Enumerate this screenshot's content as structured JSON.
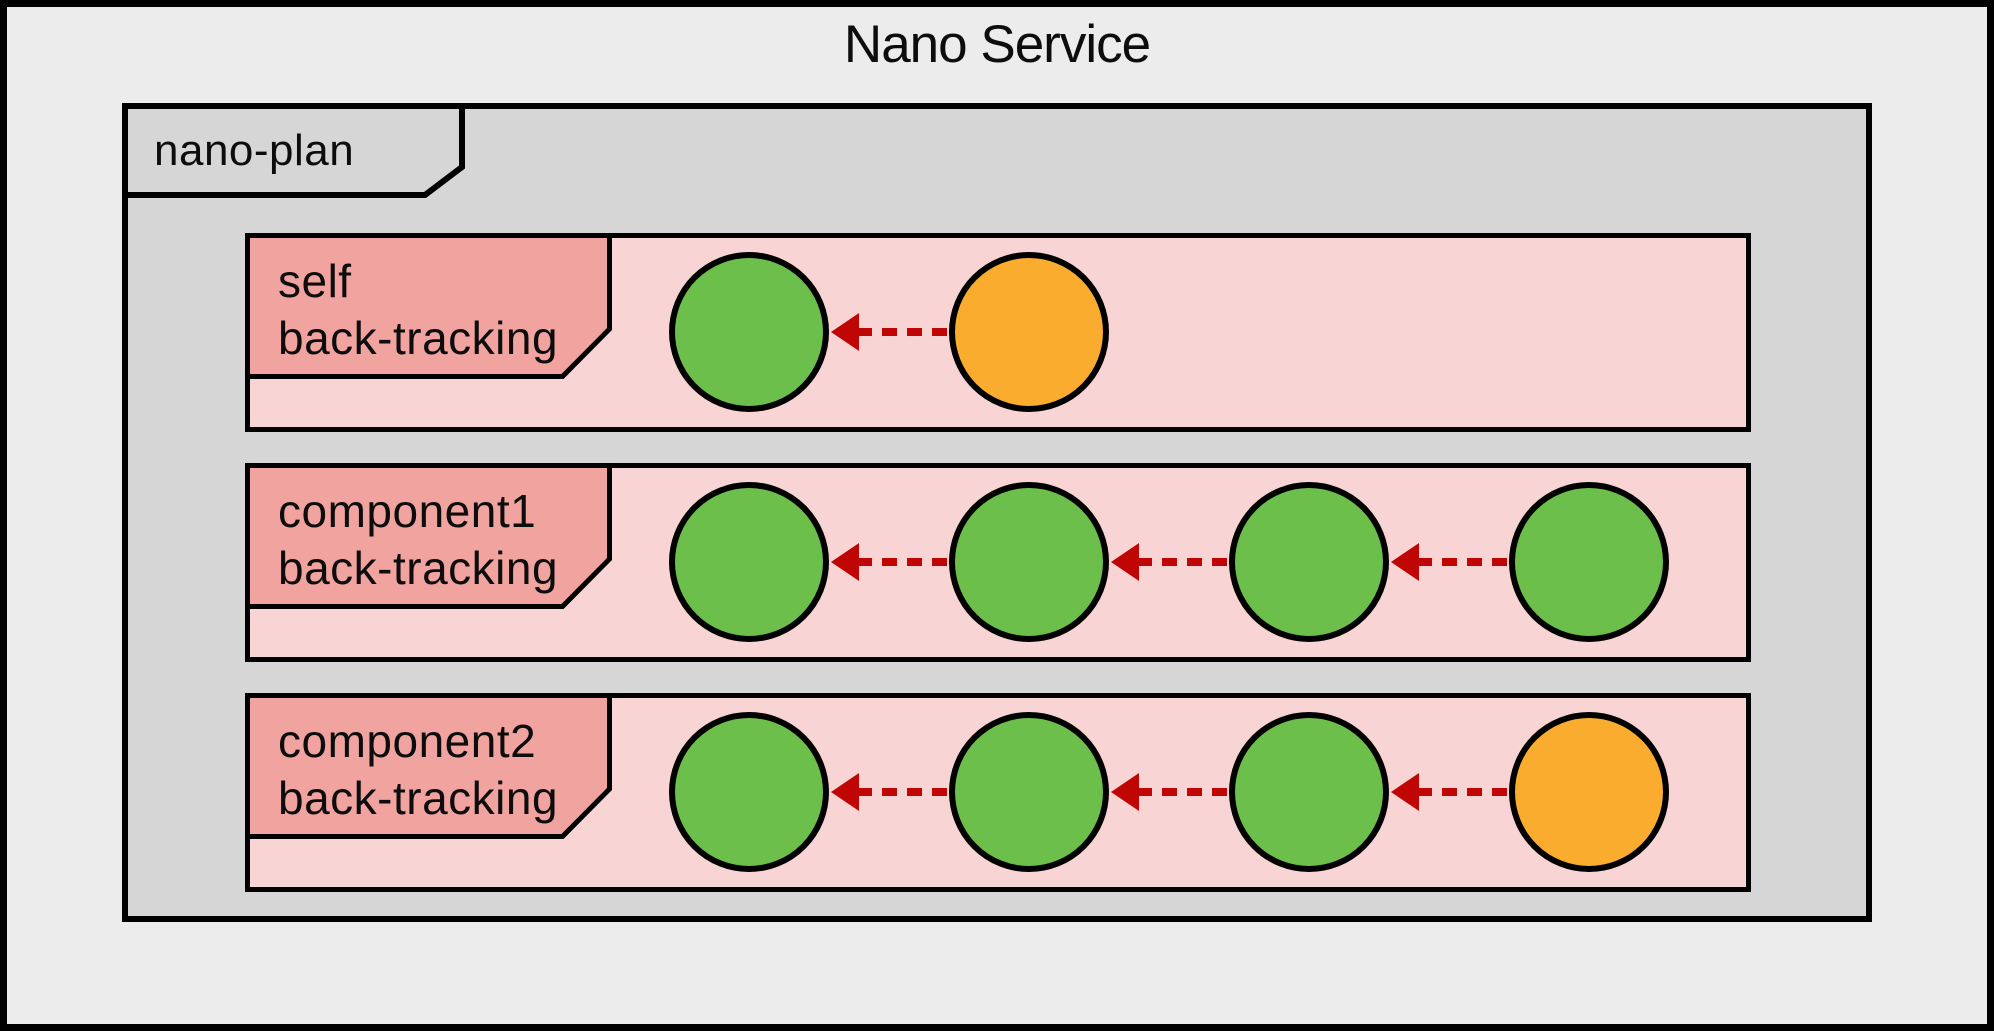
{
  "title": "Nano Service",
  "plan": {
    "label": "nano-plan"
  },
  "rows": [
    {
      "id": "self",
      "label": [
        "self",
        "back-tracking"
      ],
      "nodes": [
        "green",
        "orange"
      ]
    },
    {
      "id": "component1",
      "label": [
        "component1",
        "back-tracking"
      ],
      "nodes": [
        "green",
        "green",
        "green",
        "green"
      ]
    },
    {
      "id": "component2",
      "label": [
        "component2",
        "back-tracking"
      ],
      "nodes": [
        "green",
        "green",
        "green",
        "orange"
      ]
    }
  ],
  "arrow": {
    "direction": "left",
    "style": "dashed"
  },
  "colors": {
    "canvas_bg": "#ececec",
    "plan_bg": "#d6d6d6",
    "lane_bg": "#f8d5d4",
    "lane_label_bg": "#f1a3a0",
    "node_green": "#6cbf4a",
    "node_orange": "#f9ac2d",
    "arrow_red": "#c00505",
    "border": "#000000"
  }
}
